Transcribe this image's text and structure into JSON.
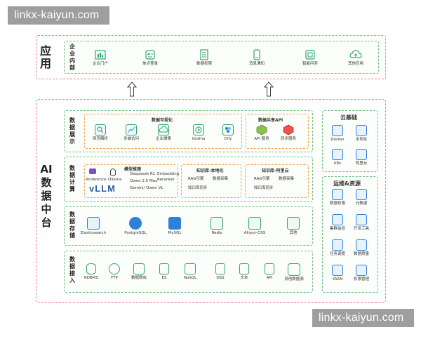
{
  "watermark": {
    "top": "linkx-kaiyun.com",
    "bottom": "linkx-kaiyun.com"
  },
  "app_layer": {
    "title": "应用",
    "sub": "企业内部",
    "items": [
      "企业门户",
      "单点登录",
      "数据权限",
      "消息通知",
      "智能问答",
      "其他应用"
    ]
  },
  "platform": {
    "title": "AI数据中台"
  },
  "display": {
    "label": "数据展示",
    "viz_title": "数据可视化",
    "viz_items": [
      "网页解析",
      "多端访问",
      "企业搜索",
      "Grafna",
      "Dify"
    ],
    "api_title": "数据共享API",
    "api_items": [
      "API 服务",
      "同步服务"
    ]
  },
  "compute": {
    "label": "数据计算",
    "models_title": "模型推理",
    "models": [
      "Xinference",
      "Ollama",
      "Deepseek R1",
      "Qwen 2.5 Max",
      "Gemini/ Qwen VL",
      "Embedding",
      "Reranker"
    ],
    "vllm": "vLLM",
    "local_title": "知识库-本地化",
    "local_items": [
      "RAG引擎",
      "数据采集",
      "知识库同步"
    ],
    "cloud_title": "知识库-阿里云",
    "cloud_items": [
      "RAG引擎",
      "数据采集",
      "知识库同步"
    ]
  },
  "storage": {
    "label": "数据存储",
    "items": [
      "Elasticsearch",
      "PostgreSQL",
      "MySQL",
      "Redis",
      "Aliyun-OSS",
      "其他"
    ]
  },
  "ingest": {
    "label": "数据接入",
    "items": [
      "RDBMS",
      "FTP",
      "数据爬虫",
      "ES",
      "NoSQL",
      "OSS",
      "文本",
      "API",
      "其他数据源"
    ]
  },
  "cloud_base": {
    "title": "云基础",
    "items": [
      "Docker",
      "本地化",
      "K8s",
      "阿里云"
    ]
  },
  "ops": {
    "title": "运维&资源",
    "items": [
      "数据权限",
      "元数据",
      "集群监控",
      "开发工具",
      "任务调度",
      "数据质量",
      "YARN",
      "权限管理"
    ]
  },
  "colors": {
    "green": "#2fa86c",
    "red_dash": "#e8838b",
    "orange_dash": "#f0a24b",
    "blue": "#2f80d8"
  }
}
